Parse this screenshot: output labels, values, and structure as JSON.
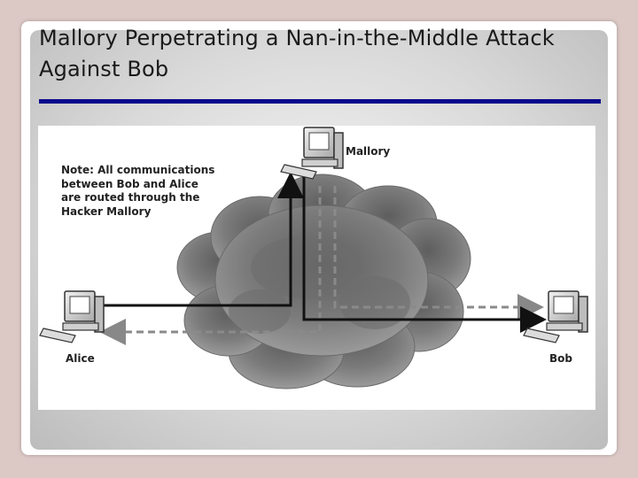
{
  "slide": {
    "title": "Mallory Perpetrating a Nan-in-the-Middle Attack Against Bob"
  },
  "diagram": {
    "note": "Note: All communications between Bob and Alice are routed through the Hacker Mallory",
    "nodes": {
      "mallory": "Mallory",
      "alice": "Alice",
      "bob": "Bob"
    },
    "colors": {
      "title_rule": "#0a0a8c",
      "cloud": "#7a7a7a",
      "solid_arrow": "#111111",
      "dashed_arrow": "#888888"
    }
  }
}
